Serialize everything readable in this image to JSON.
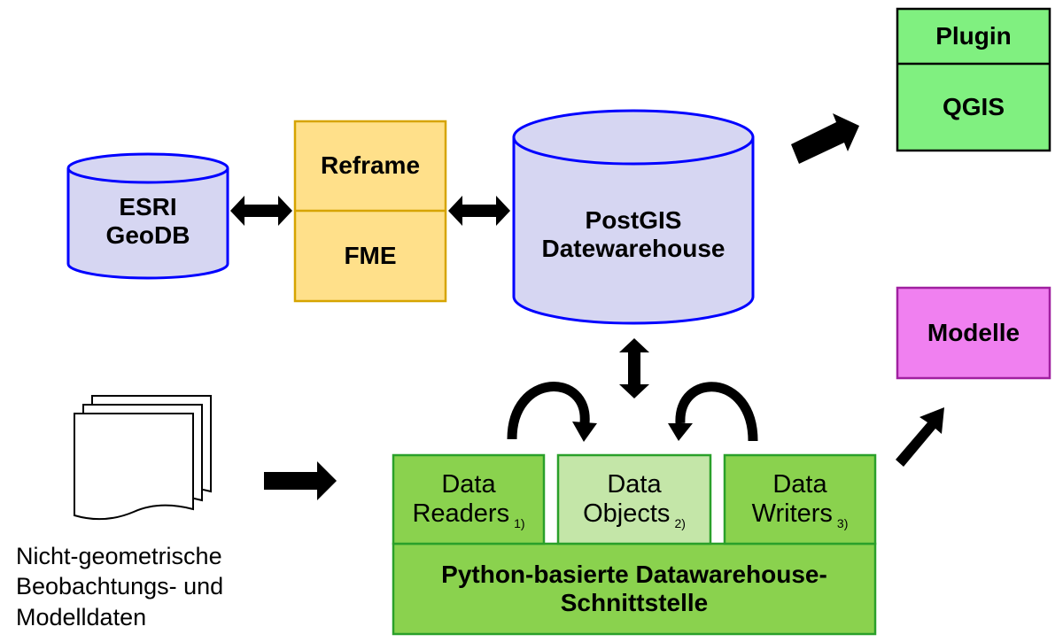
{
  "colors": {
    "cylinder_fill": "#d6d6f2",
    "cylinder_stroke": "#0000ff",
    "fme_fill": "#ffe08a",
    "fme_stroke": "#d6a400",
    "qgis_fill": "#80f080",
    "modelle_fill": "#f080f0",
    "modelle_stroke": "#a020a0",
    "python_fill": "#8ad24e",
    "python_stroke": "#2aa02a",
    "objects_fill": "#c4e6a8",
    "arrow": "#000000"
  },
  "esri": {
    "line1": "ESRI",
    "line2": "GeoDB"
  },
  "converter": {
    "top": "Reframe",
    "bottom": "FME"
  },
  "postgis": {
    "line1": "PostGIS",
    "line2": "Datewarehouse"
  },
  "qgis": {
    "top": "Plugin",
    "bottom": "QGIS"
  },
  "modelle": {
    "label": "Modelle"
  },
  "python": {
    "readers": {
      "line1": "Data",
      "line2": "Readers",
      "note": "1)"
    },
    "objects": {
      "line1": "Data",
      "line2": "Objects",
      "note": "2)"
    },
    "writers": {
      "line1": "Data",
      "line2": "Writers",
      "note": "3)"
    },
    "title_line1": "Python-basierte Datawarehouse-",
    "title_line2": "Schnittstelle"
  },
  "documents": {
    "icon": "document-stack-icon",
    "line1": "Nicht-geometrische",
    "line2": "Beobachtungs- und",
    "line3": "Modelldaten"
  }
}
